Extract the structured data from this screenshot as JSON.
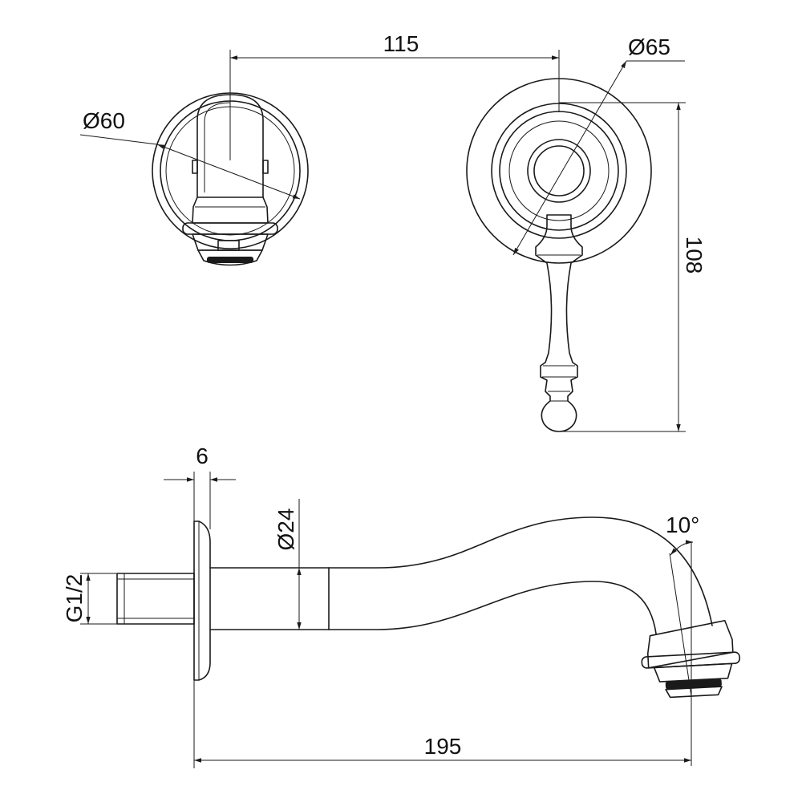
{
  "dimensions": {
    "spout_center_distance": "115",
    "spout_rosette_diameter": "Ø60",
    "handle_rosette_diameter": "Ø65",
    "handle_height": "108",
    "flange_thickness": "6",
    "spout_pipe_diameter": "Ø24",
    "thread_size": "G1/2",
    "outlet_angle": "10°",
    "spout_projection": "195"
  },
  "colors": {
    "line": "#1a1a1a",
    "background": "#ffffff"
  }
}
